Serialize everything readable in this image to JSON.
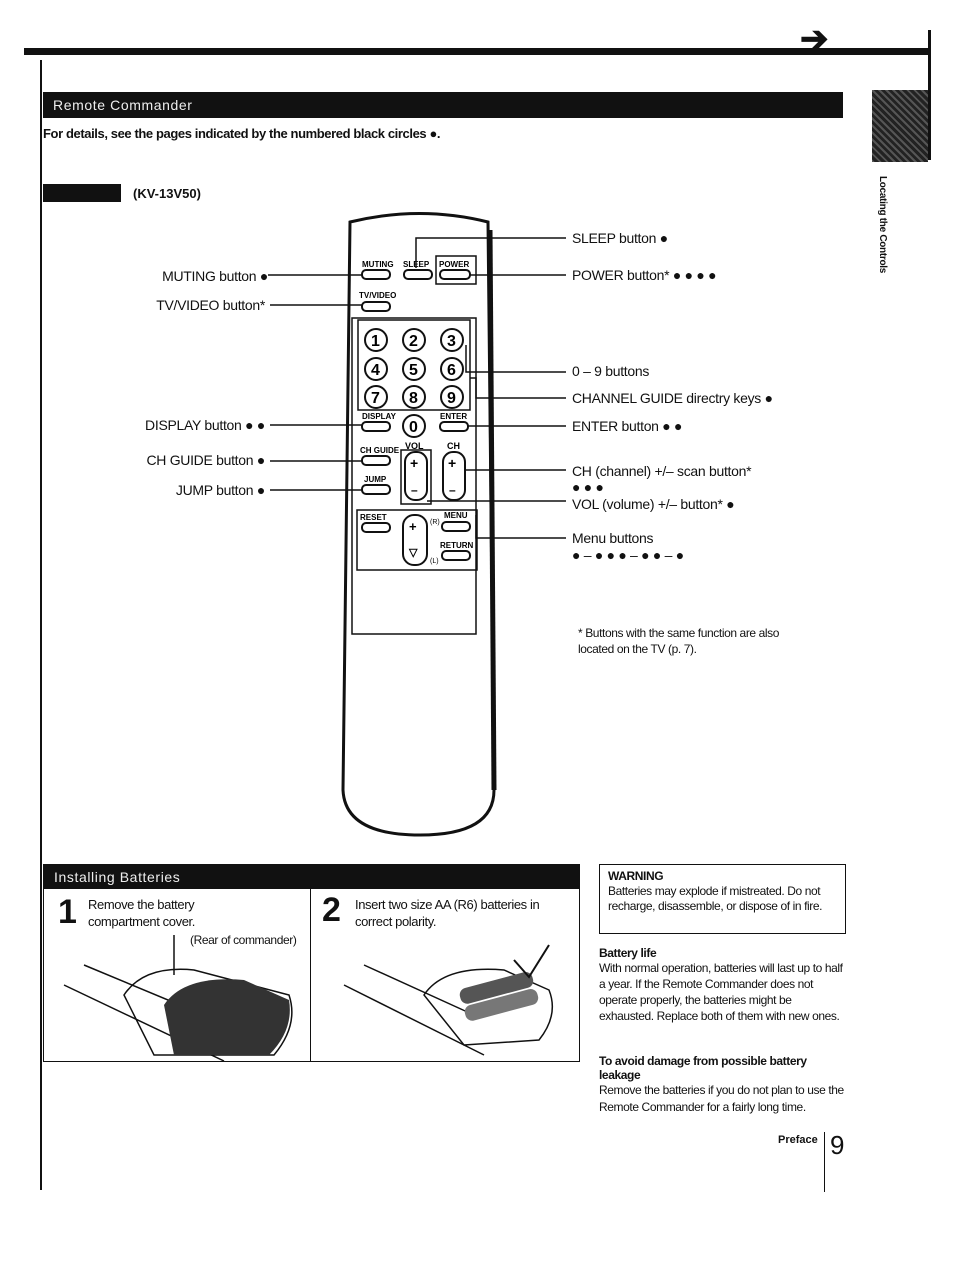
{
  "page": {
    "section_title": "Remote Commander",
    "intro": "For details, see the pages indicated by the numbered black circles ●.",
    "model": "(KV-13V50)",
    "side_label": "Locating the Controls",
    "footer_section": "Preface",
    "page_number": "9"
  },
  "remote": {
    "buttons": {
      "muting": "MUTING",
      "sleep": "SLEEP",
      "power": "POWER",
      "tvvideo": "TV/VIDEO",
      "display": "DISPLAY",
      "enter": "ENTER",
      "chguide": "CH GUIDE",
      "jump": "JUMP",
      "vol": "VOL",
      "ch": "CH",
      "reset": "RESET",
      "menu": "MENU",
      "return": "RETURN",
      "r": "(R)",
      "l": "(L)",
      "digits": [
        "1",
        "2",
        "3",
        "4",
        "5",
        "6",
        "7",
        "8",
        "9",
        "0"
      ]
    }
  },
  "callouts": {
    "muting": "MUTING button ●",
    "tvvideo": "TV/VIDEO button*",
    "display": "DISPLAY button ● ●",
    "chguide": "CH GUIDE button ●",
    "jump": "JUMP button ●",
    "sleep": "SLEEP button ●",
    "power": "POWER button* ● ● ● ●",
    "digits": "0 – 9 buttons",
    "channel_guide": "CHANNEL GUIDE directry keys ●",
    "enter": "ENTER button ● ●",
    "ch_scan": "CH (channel) +/– scan button*",
    "ch_scan_refs": "● ● ●",
    "vol": "VOL (volume) +/– button* ●",
    "menu": "Menu buttons",
    "menu_refs": "● – ● ● ● – ● ● – ●"
  },
  "footnote": "* Buttons with the same function are also located on the TV (p. 7).",
  "install": {
    "title": "Installing Batteries",
    "step1_num": "1",
    "step1_text": "Remove the battery compartment cover.",
    "step1_note": "(Rear of commander)",
    "step2_num": "2",
    "step2_text": "Insert two size AA (R6) batteries in correct polarity."
  },
  "warning": {
    "title": "WARNING",
    "text": "Batteries may explode if mistreated. Do not recharge, disassemble, or dispose of in fire."
  },
  "battery_life": {
    "title": "Battery life",
    "text": "With normal operation, batteries will last up to half a year. If the Remote Commander does not operate properly, the batteries might be exhausted. Replace both of them with new ones."
  },
  "avoid_damage": {
    "title": "To avoid damage from possible battery leakage",
    "text": "Remove the batteries if you do not plan to use the Remote Commander for a fairly long time."
  }
}
